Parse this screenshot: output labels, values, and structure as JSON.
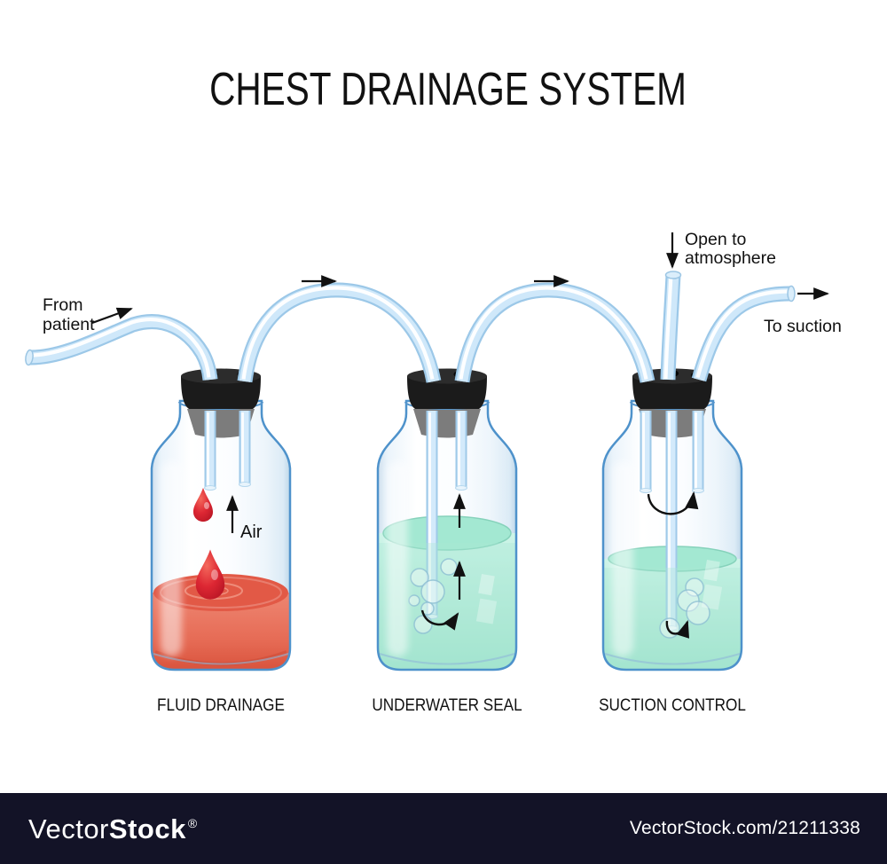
{
  "title": "CHEST DRAINAGE SYSTEM",
  "labels": {
    "from_patient_line1": "From",
    "from_patient_line2": "patient",
    "open_atmosphere_line1": "Open to",
    "open_atmosphere_line2": "atmosphere",
    "to_suction": "To suction",
    "air": "Air"
  },
  "bottles": [
    {
      "caption": "FLUID DRAINAGE"
    },
    {
      "caption": "UNDERWATER SEAL"
    },
    {
      "caption": "SUCTION CONTROL"
    }
  ],
  "colors": {
    "blood_surface": "#e25946",
    "blood_drop": "#d2202c",
    "water_surface": "#a3e8d2",
    "tube": "#cfe8fa",
    "cork": "#1b1b1b",
    "cork_inner": "#7c7c7c",
    "glass_outline": "#4e92cb",
    "background": "#ffffff",
    "footer_bg": "#131327",
    "text": "#111111"
  },
  "footer": {
    "brand_thin": "Vector",
    "brand_bold": "Stock",
    "registered": "®",
    "url": "VectorStock.com/21211338"
  }
}
